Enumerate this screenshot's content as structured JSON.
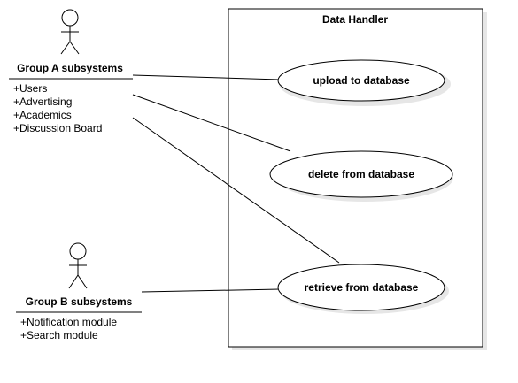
{
  "system": {
    "title": "Data Handler"
  },
  "actors": {
    "group_a": {
      "title": "Group A subsystems",
      "attributes": [
        "+Users",
        "+Advertising",
        "+Academics",
        "+Discussion Board"
      ]
    },
    "group_b": {
      "title": "Group B subsystems",
      "attributes": [
        "+Notification module",
        "+Search module"
      ]
    }
  },
  "use_cases": {
    "upload": "upload to database",
    "delete": "delete from database",
    "retrieve": "retrieve from database"
  },
  "colors": {
    "stroke": "#000000",
    "shadow": "#e6e6e6",
    "fill": "#ffffff"
  }
}
